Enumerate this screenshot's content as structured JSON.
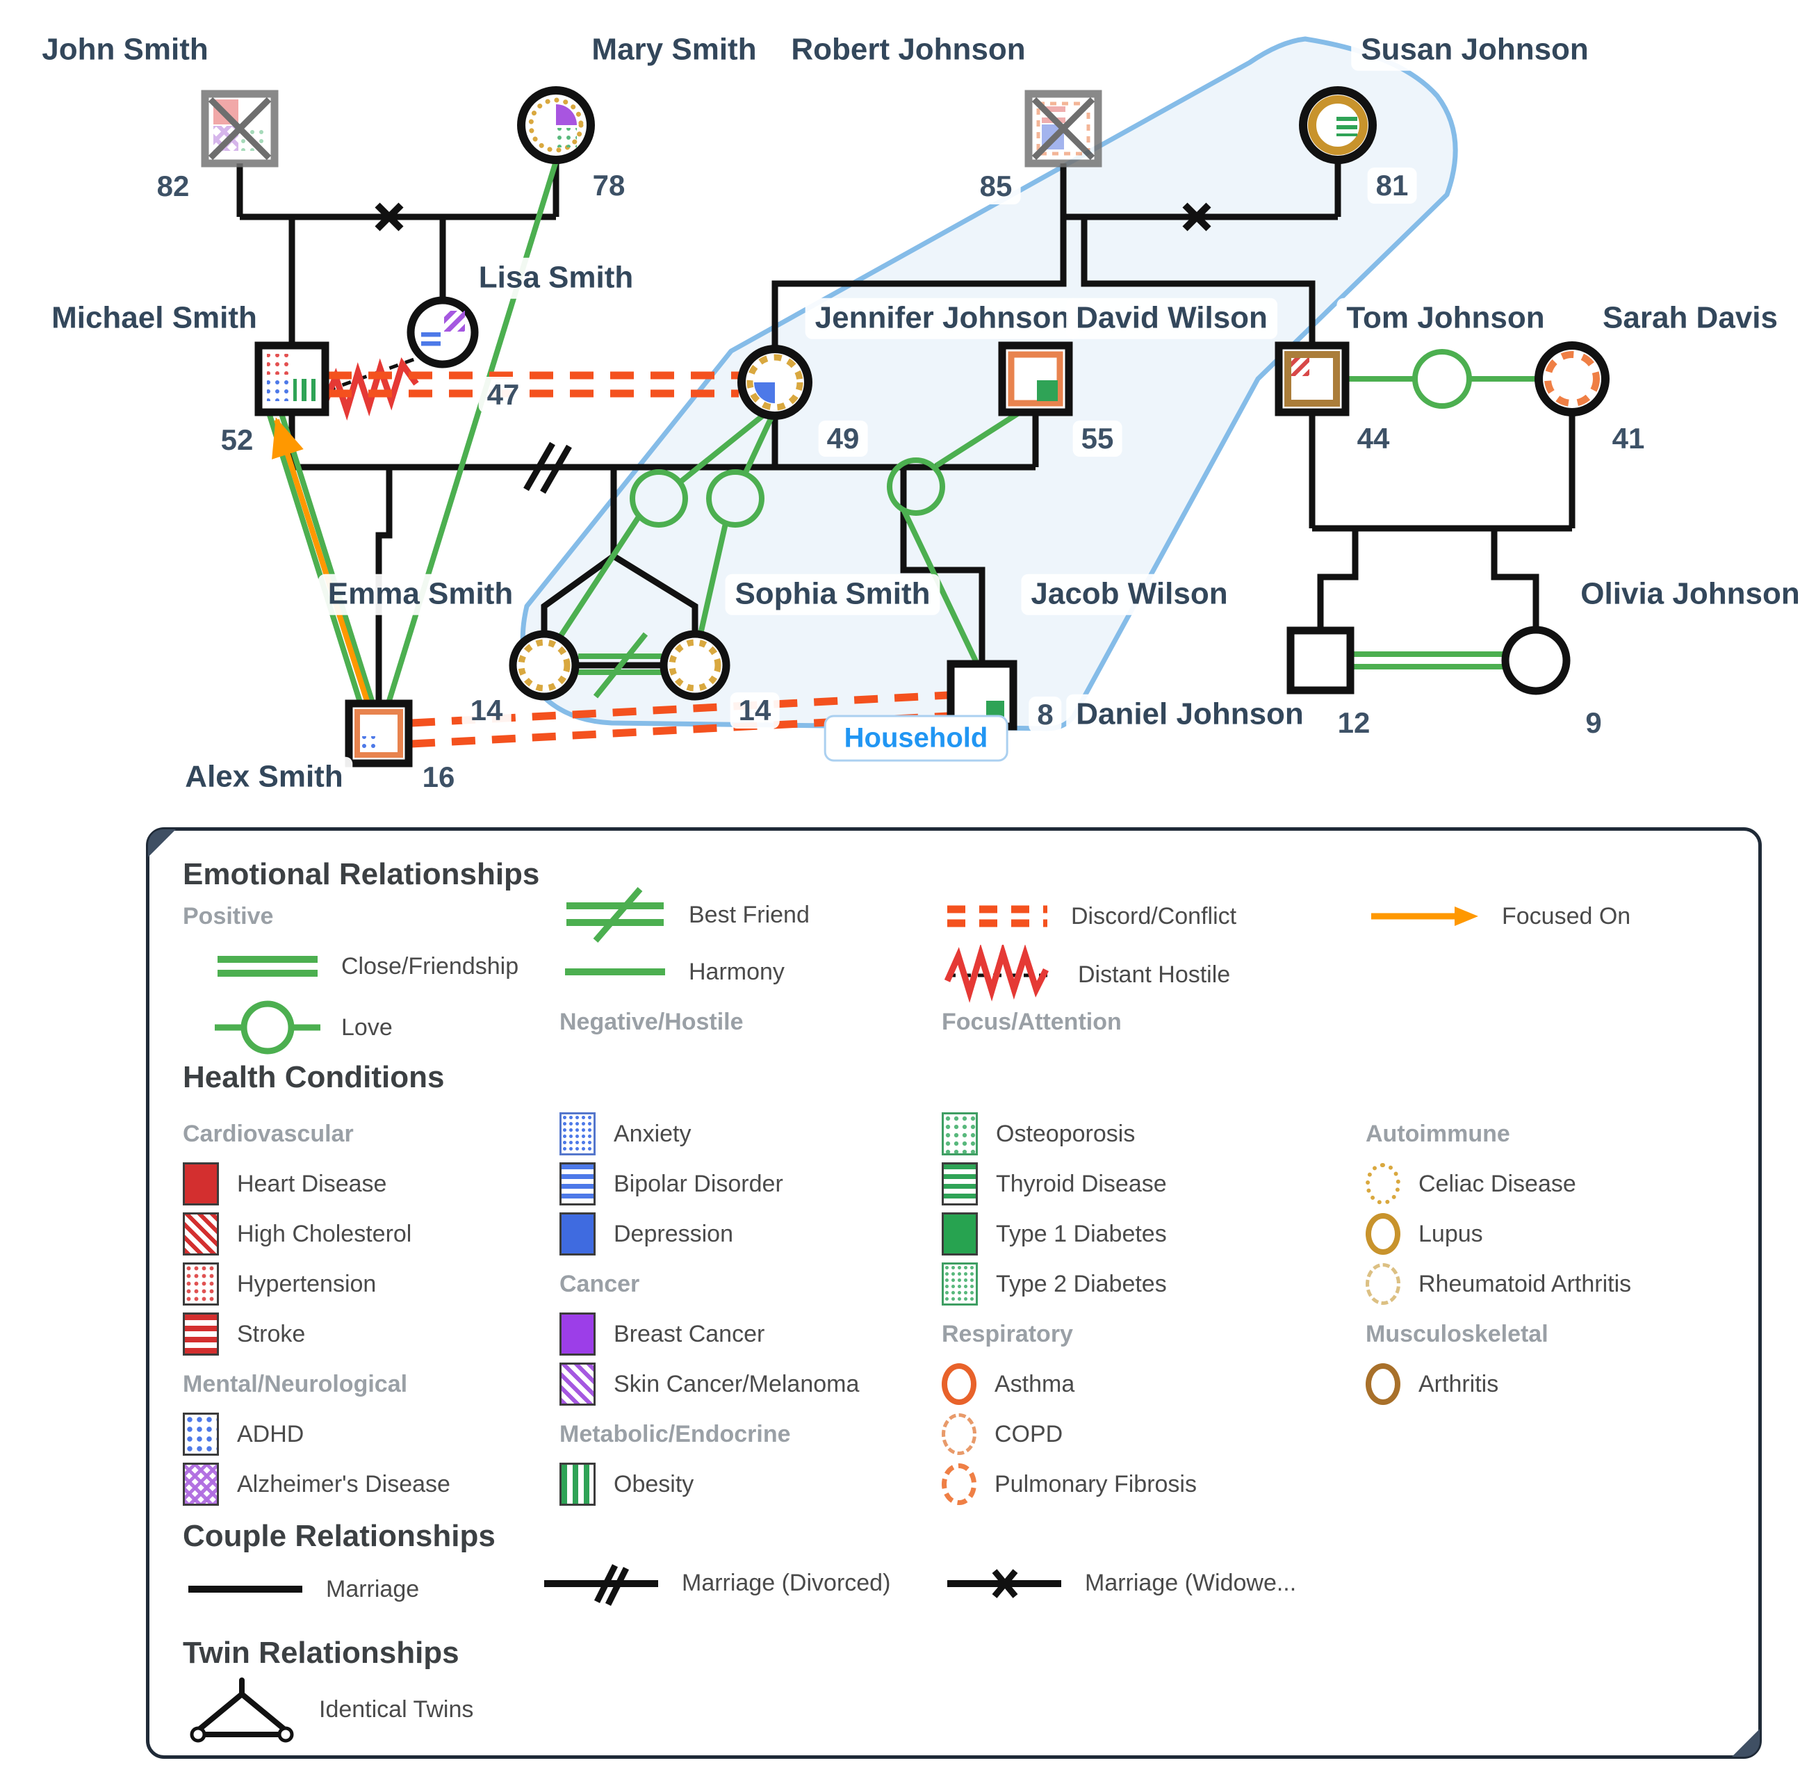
{
  "people": {
    "john": {
      "name": "John Smith",
      "age": "82"
    },
    "mary": {
      "name": "Mary Smith",
      "age": "78"
    },
    "robert": {
      "name": "Robert Johnson",
      "age": "85"
    },
    "susan": {
      "name": "Susan Johnson",
      "age": "81"
    },
    "michael": {
      "name": "Michael Smith",
      "age": "52"
    },
    "lisa": {
      "name": "Lisa Smith",
      "age": "47"
    },
    "jennifer": {
      "name": "Jennifer Johnson",
      "age": "49"
    },
    "david": {
      "name": "David Wilson",
      "age": "55"
    },
    "tom": {
      "name": "Tom Johnson",
      "age": "44"
    },
    "sarah": {
      "name": "Sarah Davis",
      "age": "41"
    },
    "emma": {
      "name": "Emma Smith",
      "age": "14"
    },
    "sophia": {
      "name": "Sophia Smith",
      "age": "14"
    },
    "jacob": {
      "name": "Jacob Wilson",
      "age": "8"
    },
    "olivia": {
      "name": "Olivia Johnson",
      "age": "9"
    },
    "alex": {
      "name": "Alex Smith",
      "age": "16"
    },
    "daniel": {
      "name": "Daniel Johnson",
      "age": "12"
    }
  },
  "household": {
    "label": "Household"
  },
  "legend": {
    "emotional": {
      "title": "Emotional Relationships",
      "positive": "Positive",
      "negative": "Negative/Hostile",
      "focus": "Focus/Attention",
      "close": "Close/Friendship",
      "love": "Love",
      "best_friend": "Best Friend",
      "harmony": "Harmony",
      "discord": "Discord/Conflict",
      "distant_hostile": "Distant Hostile",
      "focused_on": "Focused On"
    },
    "health": {
      "title": "Health Conditions",
      "cardiovascular": "Cardiovascular",
      "heart_disease": "Heart Disease",
      "high_cholesterol": "High Cholesterol",
      "hypertension": "Hypertension",
      "stroke": "Stroke",
      "mental": "Mental/Neurological",
      "adhd": "ADHD",
      "alzheimers": "Alzheimer's Disease",
      "anxiety": "Anxiety",
      "bipolar": "Bipolar Disorder",
      "depression": "Depression",
      "cancer": "Cancer",
      "breast_cancer": "Breast Cancer",
      "skin_cancer": "Skin Cancer/Melanoma",
      "metabolic": "Metabolic/Endocrine",
      "obesity": "Obesity",
      "osteoporosis": "Osteoporosis",
      "thyroid": "Thyroid Disease",
      "type1": "Type 1 Diabetes",
      "type2": "Type 2 Diabetes",
      "respiratory": "Respiratory",
      "asthma": "Asthma",
      "copd": "COPD",
      "pulmonary_fibrosis": "Pulmonary Fibrosis",
      "autoimmune": "Autoimmune",
      "celiac": "Celiac Disease",
      "lupus": "Lupus",
      "rheumatoid": "Rheumatoid Arthritis",
      "musculoskeletal": "Musculoskeletal",
      "arthritis": "Arthritis"
    },
    "couple": {
      "title": "Couple Relationships",
      "marriage": "Marriage",
      "divorced": "Marriage (Divorced)",
      "widowed": "Marriage (Widowe..."
    },
    "twin": {
      "title": "Twin Relationships",
      "identical": "Identical Twins"
    }
  },
  "colors": {
    "positive_green": "#4caf50",
    "discord_orange": "#f4511e",
    "focus_orange": "#ff9800",
    "hostile_red": "#e53935",
    "household_blue": "#85bce8",
    "household_text": "#2196f3"
  }
}
